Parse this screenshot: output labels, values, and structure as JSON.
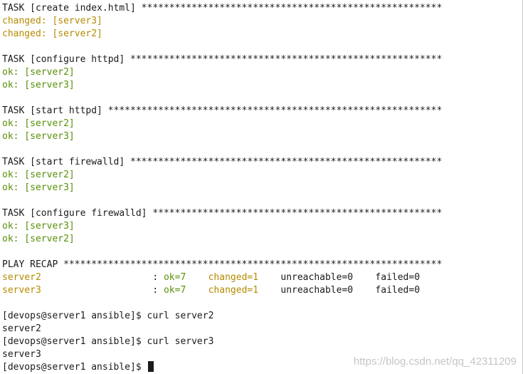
{
  "colors": {
    "background": "#ffffff",
    "default_text": "#1a1a1a",
    "ok": "#5a8f0a",
    "changed": "#b58a00",
    "watermark": "#969696"
  },
  "lines": [
    {
      "kind": "task-header",
      "segments": [
        {
          "text": "TASK [create index.html] ******************************************************",
          "color": "default"
        }
      ]
    },
    {
      "kind": "task-result",
      "segments": [
        {
          "text": "changed: [server3]",
          "color": "changed"
        }
      ]
    },
    {
      "kind": "task-result",
      "segments": [
        {
          "text": "changed: [server2]",
          "color": "changed"
        }
      ]
    },
    {
      "kind": "blank",
      "segments": []
    },
    {
      "kind": "task-header",
      "segments": [
        {
          "text": "TASK [configure httpd] ********************************************************",
          "color": "default"
        }
      ]
    },
    {
      "kind": "task-result",
      "segments": [
        {
          "text": "ok: [server2]",
          "color": "ok"
        }
      ]
    },
    {
      "kind": "task-result",
      "segments": [
        {
          "text": "ok: [server3]",
          "color": "ok"
        }
      ]
    },
    {
      "kind": "blank",
      "segments": []
    },
    {
      "kind": "task-header",
      "segments": [
        {
          "text": "TASK [start httpd] ************************************************************",
          "color": "default"
        }
      ]
    },
    {
      "kind": "task-result",
      "segments": [
        {
          "text": "ok: [server2]",
          "color": "ok"
        }
      ]
    },
    {
      "kind": "task-result",
      "segments": [
        {
          "text": "ok: [server3]",
          "color": "ok"
        }
      ]
    },
    {
      "kind": "blank",
      "segments": []
    },
    {
      "kind": "task-header",
      "segments": [
        {
          "text": "TASK [start firewalld] ********************************************************",
          "color": "default"
        }
      ]
    },
    {
      "kind": "task-result",
      "segments": [
        {
          "text": "ok: [server2]",
          "color": "ok"
        }
      ]
    },
    {
      "kind": "task-result",
      "segments": [
        {
          "text": "ok: [server3]",
          "color": "ok"
        }
      ]
    },
    {
      "kind": "blank",
      "segments": []
    },
    {
      "kind": "task-header",
      "segments": [
        {
          "text": "TASK [configure firewalld] ****************************************************",
          "color": "default"
        }
      ]
    },
    {
      "kind": "task-result",
      "segments": [
        {
          "text": "ok: [server3]",
          "color": "ok"
        }
      ]
    },
    {
      "kind": "task-result",
      "segments": [
        {
          "text": "ok: [server2]",
          "color": "ok"
        }
      ]
    },
    {
      "kind": "blank",
      "segments": []
    },
    {
      "kind": "recap-header",
      "segments": [
        {
          "text": "PLAY RECAP ********************************************************************",
          "color": "default"
        }
      ]
    },
    {
      "kind": "recap-row",
      "segments": [
        {
          "text": "server2",
          "color": "changed"
        },
        {
          "text": "                    : ",
          "color": "default"
        },
        {
          "text": "ok=7",
          "color": "ok"
        },
        {
          "text": "    ",
          "color": "default"
        },
        {
          "text": "changed=1",
          "color": "changed"
        },
        {
          "text": "    unreachable=0    failed=0",
          "color": "default"
        }
      ]
    },
    {
      "kind": "recap-row",
      "segments": [
        {
          "text": "server3",
          "color": "changed"
        },
        {
          "text": "                    : ",
          "color": "default"
        },
        {
          "text": "ok=7",
          "color": "ok"
        },
        {
          "text": "    ",
          "color": "default"
        },
        {
          "text": "changed=1",
          "color": "changed"
        },
        {
          "text": "    unreachable=0    failed=0",
          "color": "default"
        }
      ]
    },
    {
      "kind": "blank",
      "segments": []
    },
    {
      "kind": "command-line",
      "segments": [
        {
          "text": "[devops@server1 ansible]$ curl server2",
          "color": "default"
        }
      ]
    },
    {
      "kind": "command-output",
      "segments": [
        {
          "text": "server2",
          "color": "default"
        }
      ]
    },
    {
      "kind": "command-line",
      "segments": [
        {
          "text": "[devops@server1 ansible]$ curl server3",
          "color": "default"
        }
      ]
    },
    {
      "kind": "command-output",
      "segments": [
        {
          "text": "server3",
          "color": "default"
        }
      ]
    },
    {
      "kind": "prompt",
      "segments": [
        {
          "text": "[devops@server1 ansible]$ ",
          "color": "default"
        }
      ],
      "cursor": true
    }
  ],
  "watermark": {
    "text": "https://blog.csdn.net/qq_42311209"
  }
}
